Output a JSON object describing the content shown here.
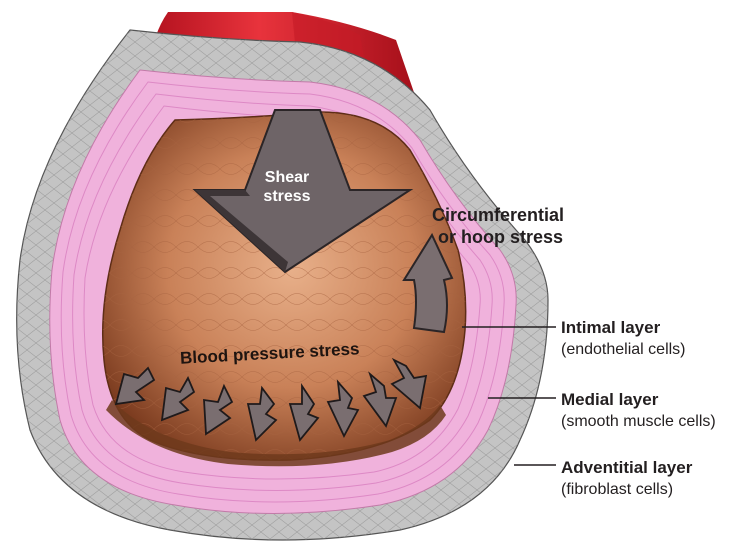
{
  "diagram": {
    "shear_label_line1": "Shear",
    "shear_label_line2": "stress",
    "hoop_label_line1": "Circumferential",
    "hoop_label_line2": "or hoop stress",
    "pressure_label": "Blood pressure stress",
    "layers": [
      {
        "name": "Intimal layer",
        "desc": "(endothelial cells)"
      },
      {
        "name": "Medial layer",
        "desc": "(smooth muscle cells)"
      },
      {
        "name": "Adventitial layer",
        "desc": "(fibroblast cells)"
      }
    ],
    "colors": {
      "adventitia": "#bdbdbd",
      "media": "#f2b6e0",
      "lumen_outer": "#8a4a2a",
      "lumen_inner": "#e0a17a",
      "vessel_red": "#d9212c",
      "arrow_fill": "#7a6e70",
      "label_text": "#231f20"
    }
  }
}
